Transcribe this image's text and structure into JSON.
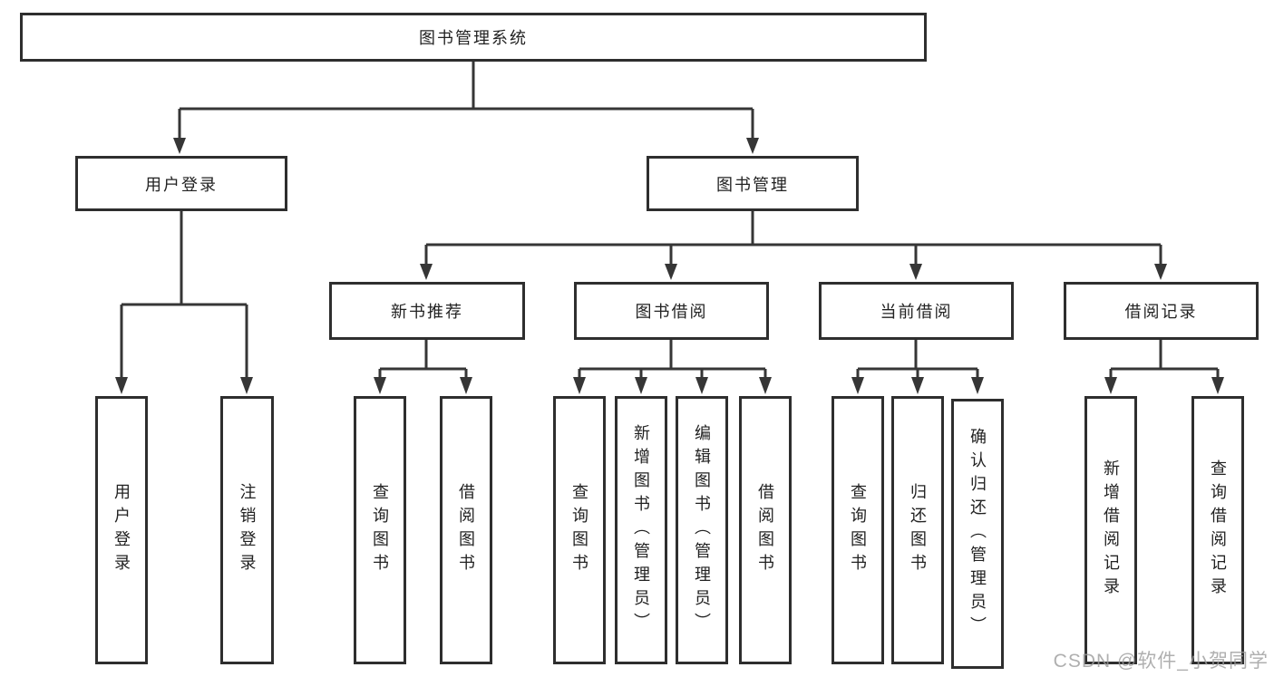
{
  "diagram": {
    "root": {
      "label": "图书管理系统"
    },
    "level1": [
      {
        "label": "用户登录"
      },
      {
        "label": "图书管理"
      }
    ],
    "level2": [
      {
        "label": "新书推荐"
      },
      {
        "label": "图书借阅"
      },
      {
        "label": "当前借阅"
      },
      {
        "label": "借阅记录"
      }
    ],
    "leaves": [
      [
        "用户登录",
        "注销登录"
      ],
      [
        "查询图书",
        "借阅图书"
      ],
      [
        "查询图书",
        "新增图书（管理员）",
        "编辑图书（管理员）",
        "借阅图书"
      ],
      [
        "查询图书",
        "归还图书",
        "确认归还（管理员）"
      ],
      [
        "新增借阅记录",
        "查询借阅记录"
      ]
    ]
  },
  "watermark": {
    "text": "CSDN @软件_小贺同学"
  },
  "colors": {
    "line": "#363636",
    "box_border": "#2e2e2e",
    "text": "#222222",
    "background": "#ffffff",
    "watermark": "#9c9c9c"
  }
}
